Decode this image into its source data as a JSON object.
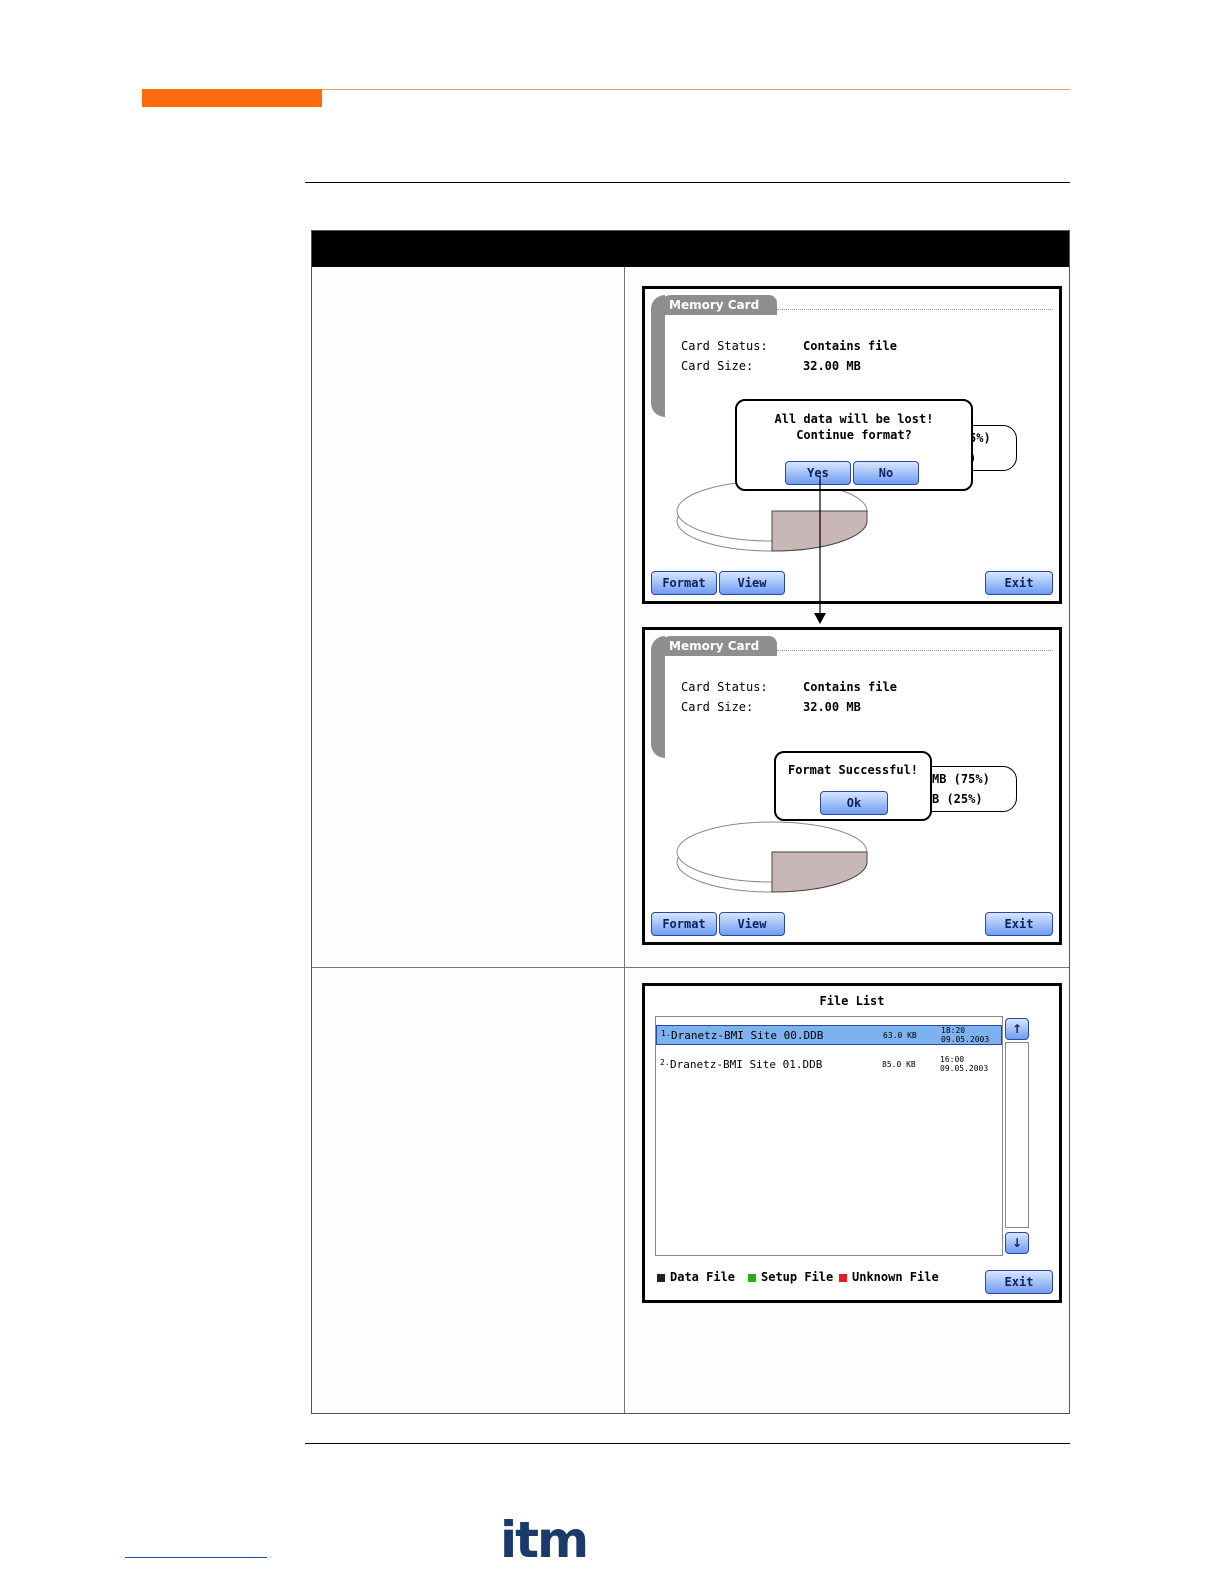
{
  "screen1": {
    "title": "Memory Card",
    "card_status_label": "Card Status:",
    "card_status_value": "Contains file",
    "card_size_label": "Card Size:",
    "card_size_value": "32.00 MB",
    "dialog_text": "All data will be lost! Continue format?",
    "yes_label": "Yes",
    "no_label": "No",
    "legend_line1": "5%)",
    "legend_line2": ")",
    "format_label": "Format",
    "view_label": "View",
    "exit_label": "Exit"
  },
  "screen2": {
    "title": "Memory Card",
    "card_status_label": "Card Status:",
    "card_status_value": "Contains file",
    "card_size_label": "Card Size:",
    "card_size_value": "32.00 MB",
    "dialog_text": "Format Successful!",
    "ok_label": "Ok",
    "legend_line1": "MB (75%)",
    "legend_line2": "B (25%)",
    "format_label": "Format",
    "view_label": "View",
    "exit_label": "Exit"
  },
  "screen3": {
    "title": "File List",
    "files": [
      {
        "index": "1.",
        "name": "Dranetz-BMI Site 00.DDB",
        "size": "63.0 KB",
        "time": "18:20",
        "date": "09.05.2003"
      },
      {
        "index": "2.",
        "name": "Dranetz-BMI Site 01.DDB",
        "size": "85.0 KB",
        "time": "16:00",
        "date": "09.05.2003"
      }
    ],
    "up_label": "↑",
    "down_label": "↓",
    "legend": {
      "data_file": "Data File",
      "setup_file": "Setup File",
      "unknown_file": "Unknown File"
    },
    "exit_label": "Exit",
    "colors": {
      "data": "#222222",
      "setup": "#22b022",
      "unknown": "#e02020"
    }
  },
  "footer": {
    "logo_text": "itm"
  }
}
